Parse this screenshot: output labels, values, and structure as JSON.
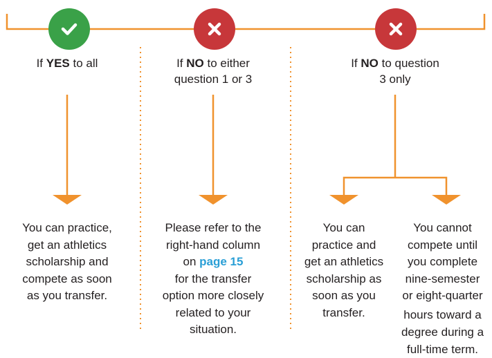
{
  "colors": {
    "line": "#f0922d",
    "yes": "#3aa148",
    "no": "#c7373a",
    "link": "#2a9fd6",
    "text": "#231f20"
  },
  "icons": {
    "yes": "checkmark-icon",
    "no_1": "x-icon",
    "no_2": "x-icon"
  },
  "columns": {
    "yes": {
      "prefix": "If ",
      "keyword": "YES",
      "suffix": " to all",
      "outcome": [
        "You can practice,",
        "get an athletics",
        "scholarship and",
        "compete as soon",
        "as you transfer."
      ]
    },
    "no_either": {
      "prefix": "If ",
      "keyword": "NO",
      "suffix": " to either",
      "line2": "question 1 or 3",
      "outcome_line1": "Please refer to the",
      "outcome_line2": "right-hand column",
      "outcome_line3_prefix": "on ",
      "outcome_link": "page 15",
      "outcome_rest": [
        "for the transfer",
        "option more closely",
        "related to your",
        "situation."
      ]
    },
    "no_q3": {
      "prefix": "If ",
      "keyword": "NO",
      "suffix": " to question",
      "line2": "3 only",
      "outcome_a": [
        "You can",
        "practice and",
        "get an athletics",
        "scholarship as",
        "soon as you",
        "transfer."
      ],
      "outcome_b_top": [
        "You cannot",
        "compete until",
        "you complete",
        "nine-semester",
        "or eight-quarter"
      ],
      "outcome_b_bottom": [
        "hours toward a",
        "degree during a",
        "full-time term."
      ]
    }
  }
}
